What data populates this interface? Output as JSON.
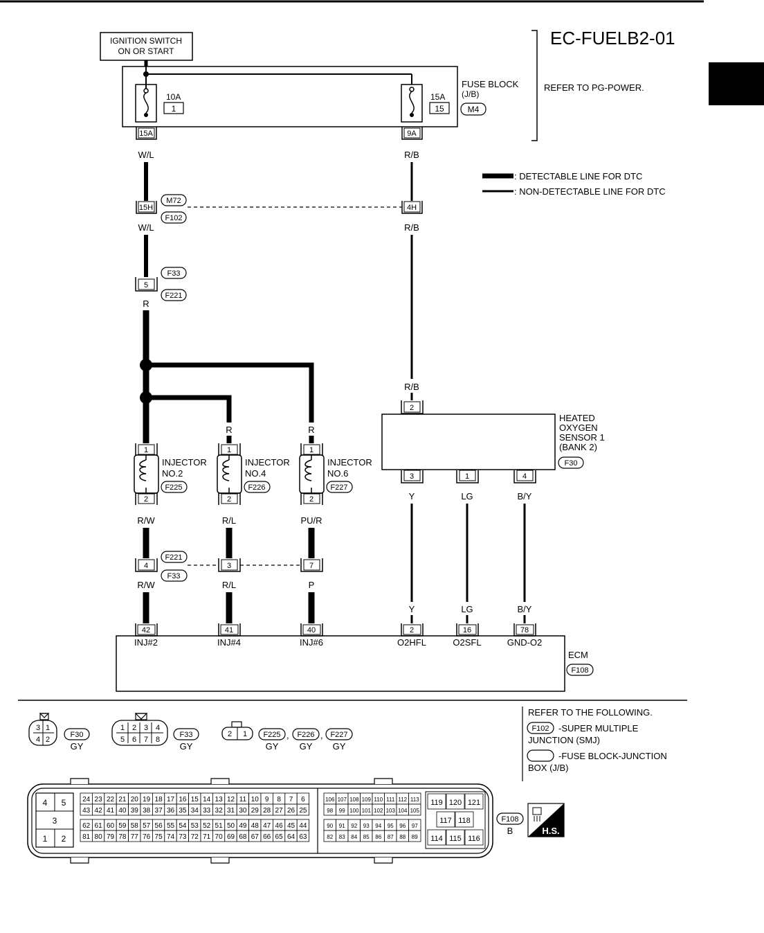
{
  "page_title": "EC-FUELB2-01",
  "ignition": {
    "line1": "IGNITION SWITCH",
    "line2": "ON OR START"
  },
  "fuse_block": {
    "label1": "FUSE BLOCK",
    "label2": "(J/B)",
    "connector": "M4",
    "refer": "REFER TO PG-POWER.",
    "fuse_left": {
      "amp": "10A",
      "num": "1",
      "terminal": "15A"
    },
    "fuse_right": {
      "amp": "15A",
      "num": "15",
      "terminal": "9A"
    }
  },
  "legend": {
    "detectable": ": DETECTABLE LINE FOR DTC",
    "non_detectable": ": NON-DETECTABLE LINE FOR DTC"
  },
  "wires": {
    "wl": "W/L",
    "rb": "R/B",
    "r": "R",
    "rw": "R/W",
    "rl": "R/L",
    "pur": "PU/R",
    "p": "P",
    "y": "Y",
    "lg": "LG",
    "by": "B/Y"
  },
  "connectors": {
    "m72": "M72",
    "f102": "F102",
    "f33": "F33",
    "f221": "F221",
    "f225": "F225",
    "f226": "F226",
    "f227": "F227",
    "f30": "F30",
    "f108": "F108",
    "pin_15h": "15H",
    "pin_4h": "4H",
    "pin_5": "5",
    "pin_4": "4",
    "pin_3": "3",
    "pin_7": "7",
    "pin_1": "1",
    "pin_2": "2"
  },
  "injectors": {
    "no2": {
      "line1": "INJECTOR",
      "line2": "NO.2"
    },
    "no4": {
      "line1": "INJECTOR",
      "line2": "NO.4"
    },
    "no6": {
      "line1": "INJECTOR",
      "line2": "NO.6"
    }
  },
  "sensor": {
    "line1": "HEATED",
    "line2": "OXYGEN",
    "line3": "SENSOR 1",
    "line4": "(BANK 2)",
    "pin_top": "2",
    "pin_a": "3",
    "pin_b": "1",
    "pin_c": "4"
  },
  "ecm": {
    "label": "ECM",
    "pins": [
      "42",
      "41",
      "40",
      "2",
      "16",
      "78"
    ],
    "names": [
      "INJ#2",
      "INJ#4",
      "INJ#6",
      "O2HFL",
      "O2SFL",
      "GND-O2"
    ]
  },
  "footer": {
    "refer": "REFER TO THE FOLLOWING.",
    "f102_text": "-SUPER MULTIPLE",
    "f102_text2": "JUNCTION (SMJ)",
    "m4_text": "-FUSE BLOCK-JUNCTION",
    "m4_text2": "BOX (J/B)",
    "gy": "GY",
    "b": "B",
    "comma": ",",
    "hs": "H.S."
  },
  "conn_views": {
    "f30": [
      "3",
      "1",
      "4",
      "2"
    ],
    "f33": [
      "1",
      "2",
      "3",
      "4",
      "5",
      "6",
      "7",
      "8"
    ],
    "f225": [
      "2",
      "1"
    ],
    "ecm_small": [
      "4",
      "5",
      "3",
      "1",
      "2"
    ],
    "ecm_a_r1": [
      "24",
      "23",
      "22",
      "21",
      "20",
      "19",
      "18",
      "17",
      "16",
      "15",
      "14",
      "13",
      "12",
      "11",
      "10",
      "9",
      "8",
      "7",
      "6"
    ],
    "ecm_a_r2": [
      "43",
      "42",
      "41",
      "40",
      "39",
      "38",
      "37",
      "36",
      "35",
      "34",
      "33",
      "32",
      "31",
      "30",
      "29",
      "28",
      "27",
      "26",
      "25"
    ],
    "ecm_a_r3": [
      "62",
      "61",
      "60",
      "59",
      "58",
      "57",
      "56",
      "55",
      "54",
      "53",
      "52",
      "51",
      "50",
      "49",
      "48",
      "47",
      "46",
      "45",
      "44"
    ],
    "ecm_a_r4": [
      "81",
      "80",
      "79",
      "78",
      "77",
      "76",
      "75",
      "74",
      "73",
      "72",
      "71",
      "70",
      "69",
      "68",
      "67",
      "66",
      "65",
      "64",
      "63"
    ],
    "ecm_b_r1": [
      "106",
      "107",
      "108",
      "109",
      "110",
      "111",
      "112",
      "113"
    ],
    "ecm_b_r2": [
      "98",
      "99",
      "100",
      "101",
      "102",
      "103",
      "104",
      "105"
    ],
    "ecm_b_r3": [
      "90",
      "91",
      "92",
      "93",
      "94",
      "95",
      "96",
      "97"
    ],
    "ecm_b_r4": [
      "82",
      "83",
      "84",
      "85",
      "86",
      "87",
      "88",
      "89"
    ],
    "ecm_c": [
      "119",
      "120",
      "121",
      "117",
      "118",
      "114",
      "115",
      "116"
    ]
  }
}
